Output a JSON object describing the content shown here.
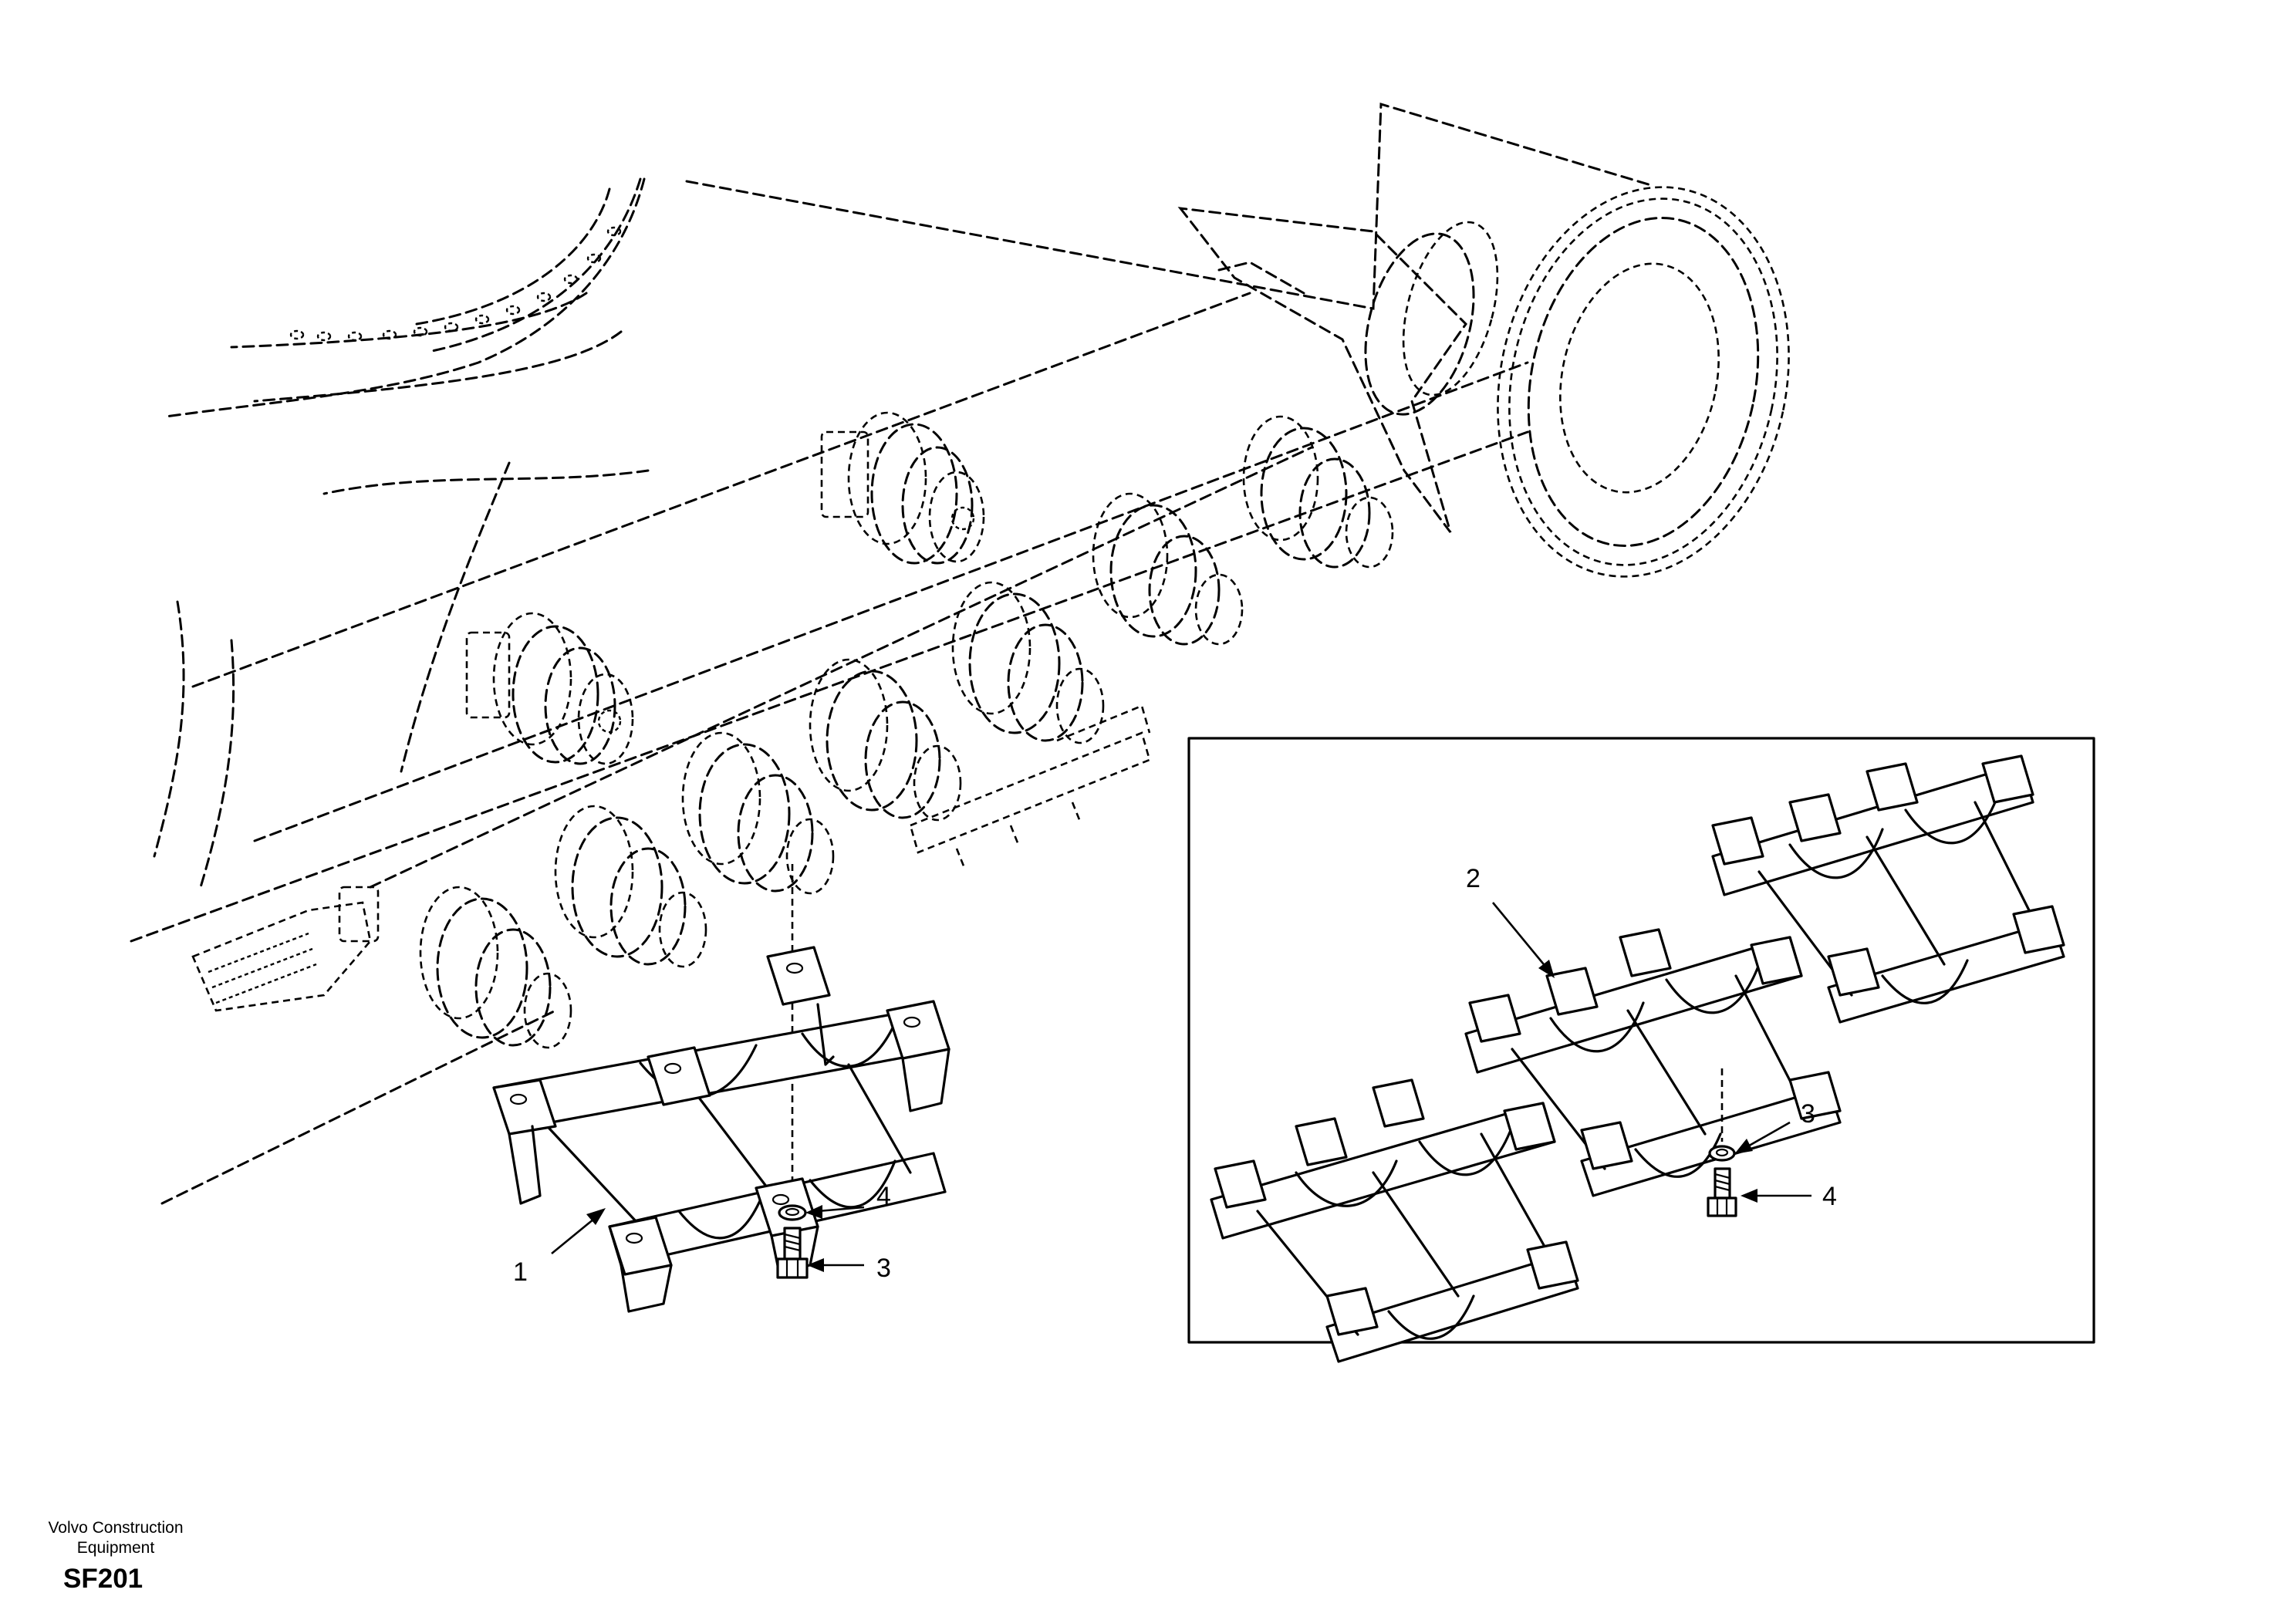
{
  "callouts": {
    "main_1": "1",
    "main_3": "3",
    "main_4": "4",
    "inset_2": "2",
    "inset_3": "3",
    "inset_4": "4"
  },
  "footer": {
    "brand_line1": "Volvo Construction",
    "brand_line2": "Equipment",
    "code": "SF201"
  }
}
